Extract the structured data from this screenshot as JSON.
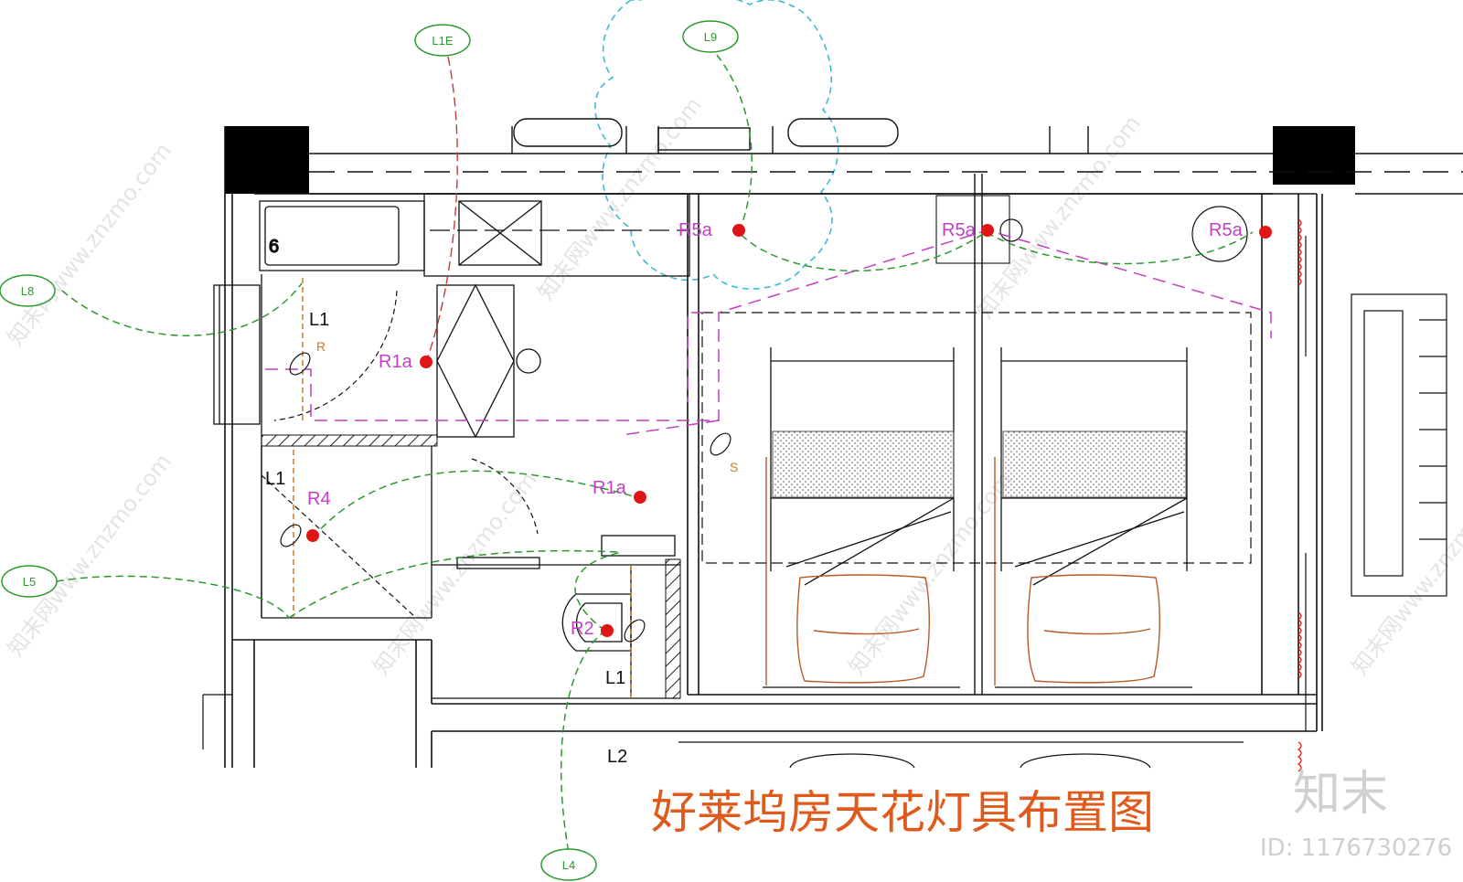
{
  "title": "好莱坞房天花灯具布置图",
  "watermark": {
    "brand": "知末",
    "id": "ID: 1176730276",
    "diagonal": "知末网www.znzmo.com"
  },
  "callouts": [
    {
      "key": "l1e",
      "label": "L1E"
    },
    {
      "key": "l9",
      "label": "L9"
    },
    {
      "key": "l8",
      "label": "L8"
    },
    {
      "key": "l5",
      "label": "L5"
    },
    {
      "key": "l4",
      "label": "L4"
    }
  ],
  "fixtures": {
    "r5a_1": "R5a",
    "r5a_2": "R5a",
    "r5a_3": "R5a",
    "r1a_1": "R1a",
    "r1a_2": "R1a",
    "r4": "R4",
    "r2": "R2"
  },
  "switch_labels": {
    "l1_top": "L1",
    "l1_left": "L1",
    "l1_bottom": "L1",
    "l2_bottom": "L2"
  },
  "small_marks": {
    "r_mark": "R",
    "s_mark": "S",
    "bath_number": "6"
  },
  "colors": {
    "wall": "#111111",
    "light_fixture": "#e01515",
    "fixture_label": "#c23fc2",
    "callout": "#2a9a2a",
    "title": "#e05a1c",
    "furniture": "#b8592a",
    "tree": "#3fb8d8"
  }
}
